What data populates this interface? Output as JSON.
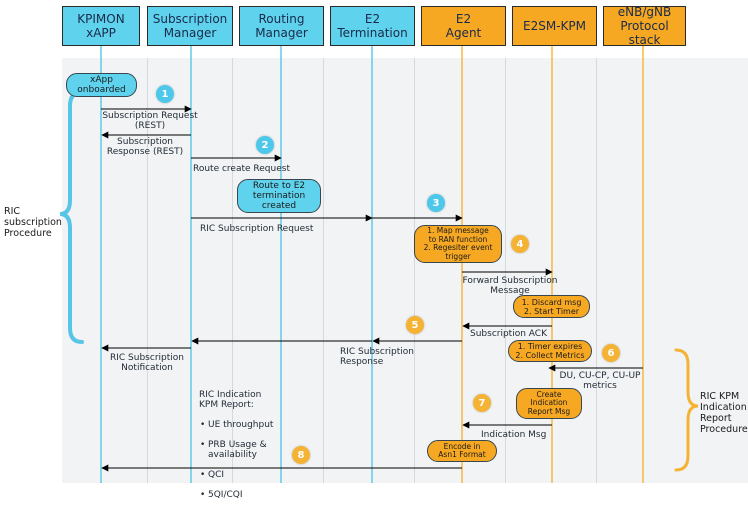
{
  "headers": [
    {
      "id": "kpimon",
      "label": "KPIMON\nxAPP",
      "color": "cyan"
    },
    {
      "id": "subscription-manager",
      "label": "Subscription\nManager",
      "color": "cyan"
    },
    {
      "id": "routing-manager",
      "label": "Routing\nManager",
      "color": "cyan"
    },
    {
      "id": "e2-termination",
      "label": "E2\nTermination",
      "color": "cyan"
    },
    {
      "id": "e2-agent",
      "label": "E2\nAgent",
      "color": "orange"
    },
    {
      "id": "e2sm-kpm",
      "label": "E2SM-KPM",
      "color": "orange"
    },
    {
      "id": "protocol-stack",
      "label": "eNB/gNB\nProtocol stack",
      "color": "orange"
    }
  ],
  "colors": {
    "cyan": "#5fd3ee",
    "orange": "#f7a823",
    "cyan_line": "#57c6e6",
    "orange_line": "#f5b336"
  },
  "boxes": {
    "xapp_onboarded": "xApp\nonboarded",
    "route_to_e2": "Route to E2\ntermination\ncreated",
    "map_message": "1. Map message\nto RAN function\n2. Regesiter event\ntrigger",
    "discard_msg": "1. Discard msg\n2. Start Timer",
    "timer_expires": "1. Timer expires\n2. Collect Metrics",
    "create_indication": "Create\nIndication\nReport Msg",
    "encode_asn1": "Encode in\nAsn1 Format"
  },
  "messages": {
    "subscription_request": "Subscription Request\n(REST)",
    "subscription_response": "Subscription\nResponse (REST)",
    "route_create_request": "Route create Request",
    "ric_subscription_request": "RIC Subscription Request",
    "forward_subscription": "Forward Subscription\nMessage",
    "subscription_ack": "Subscription ACK",
    "ric_subscription_response": "RIC Subscription Response",
    "ric_subscription_notification": "RIC Subscription\nNotification",
    "du_metrics": "DU, CU-CP, CU-UP\nmetrics",
    "indication_msg": "Indication Msg"
  },
  "kpm_report": {
    "title": "RIC Indication\nKPM Report:",
    "items": [
      "UE throughput",
      "PRB Usage &\navailability",
      "QCI",
      "5QI/CQI"
    ]
  },
  "procedures": {
    "subscription": "RIC\nsubscription\nProcedure",
    "kpm": "RIC KPM\nIndication\nReport\nProcedure"
  },
  "steps": [
    "1",
    "2",
    "3",
    "4",
    "5",
    "6",
    "7",
    "8"
  ]
}
